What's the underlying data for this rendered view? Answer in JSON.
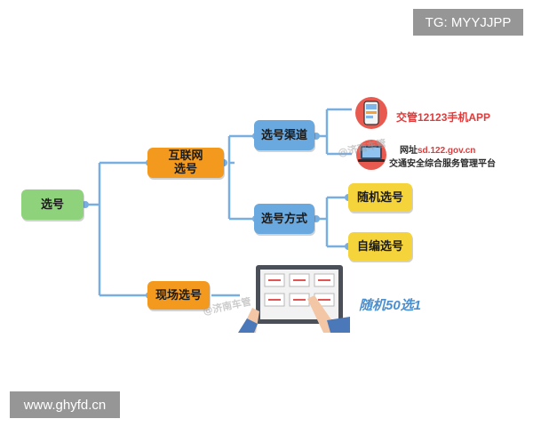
{
  "badges": {
    "top_right": "TG: MYYJJPP",
    "bottom_left": "www.ghyfd.cn"
  },
  "nodes": {
    "root": "选号",
    "internet": "互联网\n选号",
    "onsite": "现场选号",
    "channel": "选号渠道",
    "method": "选号方式",
    "random": "随机选号",
    "custom": "自编选号"
  },
  "labels": {
    "app": "交管12123手机APP",
    "website_prefix": "网址",
    "website_url": "sd.122.gov.cn",
    "platform": "交通安全综合服务管理平台",
    "random_pick": "随机50选1"
  },
  "watermarks": {
    "mid": "@济南车管",
    "bottom": "@济南车管"
  },
  "colors": {
    "line": "#79aee0",
    "green": "#8fd27c",
    "orange": "#f39a1e",
    "blue": "#6aa9df",
    "yellow": "#f5d33a",
    "red_text": "#e23a3a"
  },
  "icons": [
    "phone-app-icon",
    "laptop-icon",
    "tablet-hand-icon"
  ]
}
